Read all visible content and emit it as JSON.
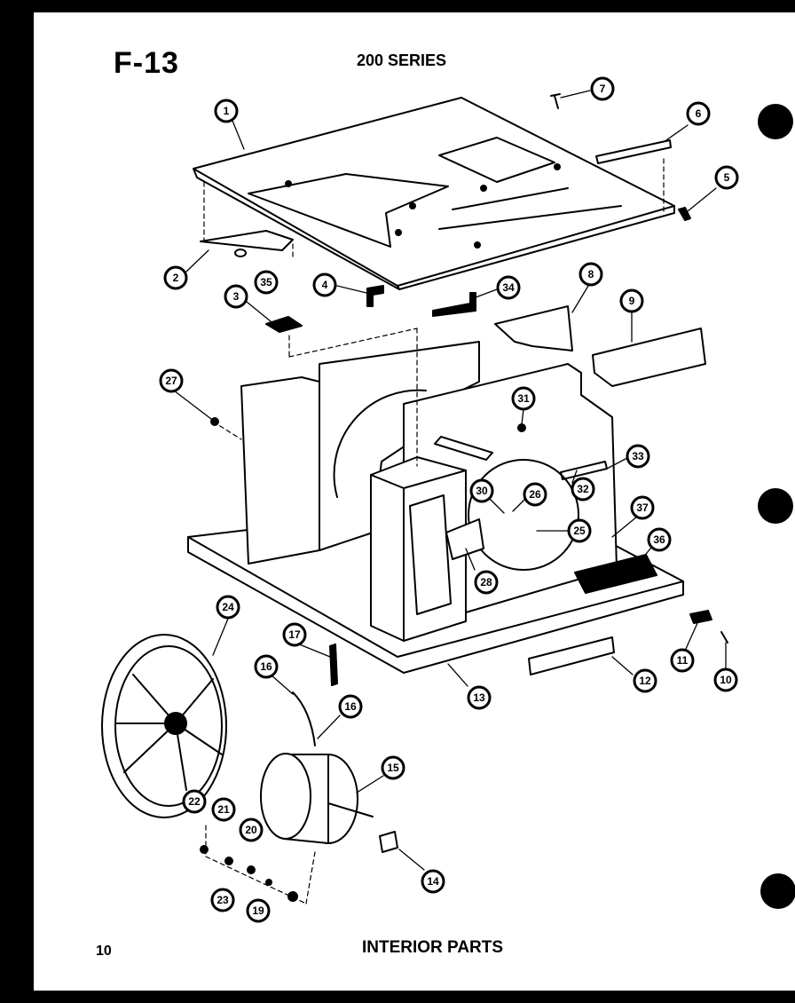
{
  "header": {
    "figure": "F-13",
    "series": "200 SERIES"
  },
  "footer": {
    "page_number": "10",
    "section_title": "INTERIOR PARTS"
  },
  "callouts": [
    {
      "id": "c1",
      "label": "1"
    },
    {
      "id": "c2",
      "label": "2"
    },
    {
      "id": "c3",
      "label": "3"
    },
    {
      "id": "c4",
      "label": "4"
    },
    {
      "id": "c5",
      "label": "5"
    },
    {
      "id": "c6",
      "label": "6"
    },
    {
      "id": "c7",
      "label": "7"
    },
    {
      "id": "c8",
      "label": "8"
    },
    {
      "id": "c9",
      "label": "9"
    },
    {
      "id": "c10",
      "label": "10"
    },
    {
      "id": "c11",
      "label": "11"
    },
    {
      "id": "c12",
      "label": "12"
    },
    {
      "id": "c13",
      "label": "13"
    },
    {
      "id": "c14",
      "label": "14"
    },
    {
      "id": "c15",
      "label": "15"
    },
    {
      "id": "c16",
      "label": "16"
    },
    {
      "id": "c16b",
      "label": "16"
    },
    {
      "id": "c17",
      "label": "17"
    },
    {
      "id": "c19",
      "label": "19"
    },
    {
      "id": "c20",
      "label": "20"
    },
    {
      "id": "c21",
      "label": "21"
    },
    {
      "id": "c22",
      "label": "22"
    },
    {
      "id": "c23",
      "label": "23"
    },
    {
      "id": "c24",
      "label": "24"
    },
    {
      "id": "c25",
      "label": "25"
    },
    {
      "id": "c26",
      "label": "26"
    },
    {
      "id": "c27",
      "label": "27"
    },
    {
      "id": "c28",
      "label": "28"
    },
    {
      "id": "c30",
      "label": "30"
    },
    {
      "id": "c31",
      "label": "31"
    },
    {
      "id": "c32",
      "label": "32"
    },
    {
      "id": "c33",
      "label": "33"
    },
    {
      "id": "c34",
      "label": "34"
    },
    {
      "id": "c35",
      "label": "35"
    },
    {
      "id": "c36",
      "label": "36"
    },
    {
      "id": "c37",
      "label": "37"
    }
  ],
  "colors": {
    "ink": "#000000",
    "paper": "#ffffff",
    "frame": "#000000"
  }
}
